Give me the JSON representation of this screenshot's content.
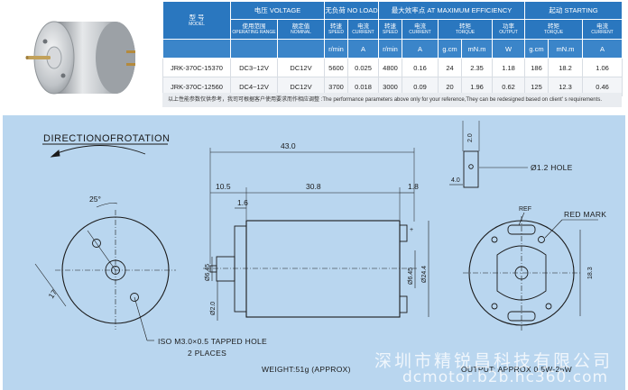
{
  "table": {
    "model_header_cn": "型  号",
    "model_header_en": "MODEL",
    "voltage_group": "电压 VOLTAGE",
    "no_load_group": "无负荷 NO LOAD",
    "max_eff_group": "最大效率点 AT MAXIMUM EFFICIENCY",
    "starting_group": "起动 STARTING",
    "sub_headers": {
      "operating_range_cn": "使用范围",
      "operating_range_en": "OPERATING RANGE",
      "nominal_cn": "额定值",
      "nominal_en": "NOMINAL",
      "speed_cn": "转速",
      "speed_en": "SPEED",
      "current_cn": "电流",
      "current_en": "CURRENT",
      "torque_cn": "转矩",
      "torque_en": "TORQUE",
      "output_cn": "功率",
      "output_en": "OUTPUT"
    },
    "units": [
      "r/min",
      "A",
      "r/min",
      "A",
      "g.cm",
      "mN.m",
      "W",
      "g.cm",
      "mN.m",
      "A"
    ],
    "rows": [
      [
        "JRK-370C-15370",
        "DC3~12V",
        "DC12V",
        "5600",
        "0.025",
        "4800",
        "0.16",
        "24",
        "2.35",
        "1.18",
        "186",
        "18.2",
        "1.06"
      ],
      [
        "JRK-370C-12560",
        "DC4~12V",
        "DC12V",
        "3700",
        "0.018",
        "3000",
        "0.09",
        "20",
        "1.96",
        "0.62",
        "125",
        "12.3",
        "0.46"
      ]
    ],
    "note": "以上性能参数仅供参考，我司可根据客户使用要求而作相应调整 :The performance parameters above only for your reference,They can be redesigned based on client' s requirements."
  },
  "drawing": {
    "direction_label": "DIRECTIONOFROTATION",
    "dim_43": "43.0",
    "dim_10_5": "10.5",
    "dim_30_8": "30.8",
    "dim_1_8": "1.8",
    "dim_1_6": "1.6",
    "dim_d6_45_left": "Ø6.45",
    "dim_d2_0": "Ø2.0",
    "dim_d6_45_right": "Ø6.45",
    "dim_d24_4": "Ø24.4",
    "angle_25": "25°",
    "dim_17": "17",
    "tapped_hole_line1": "ISO M3.0×0.5 TAPPED HOLE",
    "tapped_hole_line2": "2 PLACES",
    "weight": "WEIGHT:51g (APPROX)",
    "output": "OUTPUT: APPROX 0.5W-25W",
    "dim_2_0": "2.0",
    "dim_4_0": "4.0",
    "hole_label": "Ø1.2 HOLE",
    "ref_label": "REF",
    "red_mark_label": "RED MARK",
    "dim_18_3": "18.3",
    "plus_sign": "+"
  },
  "watermark": {
    "company": "深圳市精锐昌科技有限公司",
    "url": "dcmotor.b2b.hc360.com"
  },
  "colors": {
    "header_blue": "#2a77bf",
    "drawing_bg": "#b9d6ef"
  }
}
